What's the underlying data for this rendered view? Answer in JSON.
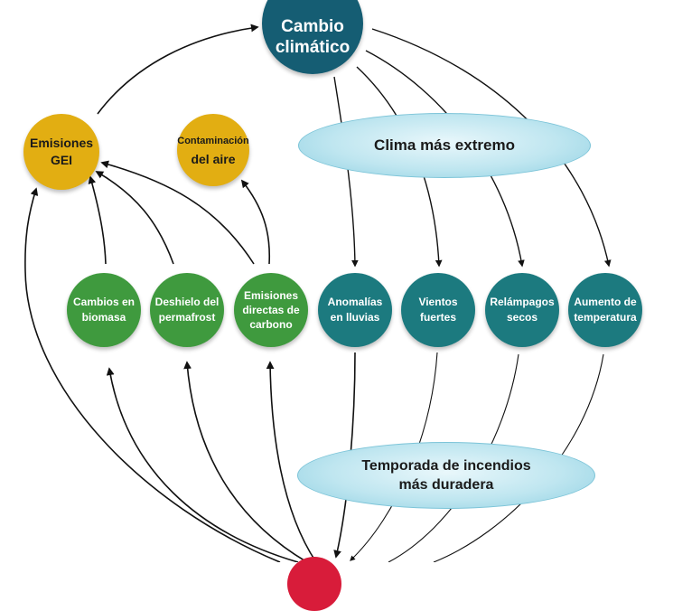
{
  "nodes": {
    "cambio": "Cambio\nclimático",
    "gei": "Emisiones\nGEI",
    "contam_small": "Contaminación",
    "contam_big": "del aire",
    "biomasa": "Cambios en\nbiomasa",
    "deshielo": "Deshielo del\npermafrost",
    "emisdir": "Emisiones\ndirectas de\ncarbono",
    "lluvias": "Anomalías\nen lluvias",
    "vientos": "Vientos\nfuertes",
    "relamp": "Relámpagos\nsecos",
    "aumento": "Aumento de\ntemperatura"
  },
  "ellipses": {
    "clima": "Clima más extremo",
    "temporada": "Temporada de incendios\nmás duradera"
  },
  "colors": {
    "climate_node": "#155d73",
    "emission_node": "#e2ae12",
    "land_node": "#3f9a3e",
    "weather_node": "#1c7a7f",
    "ellipse_fill": "#bfe6f0",
    "fire_node": "#d81c3a",
    "arrow": "#111111"
  }
}
